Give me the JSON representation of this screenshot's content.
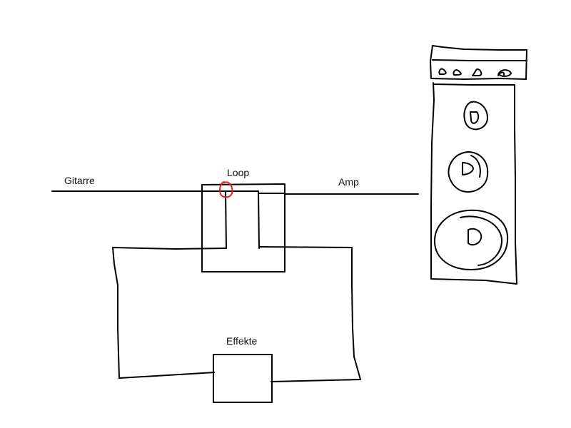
{
  "labels": {
    "guitar": "Gitarre",
    "loop": "Loop",
    "amp": "Amp",
    "effects": "Effekte"
  },
  "colors": {
    "line": "#000000",
    "highlight": "#e02020",
    "text": "#111111",
    "background": "#ffffff"
  }
}
